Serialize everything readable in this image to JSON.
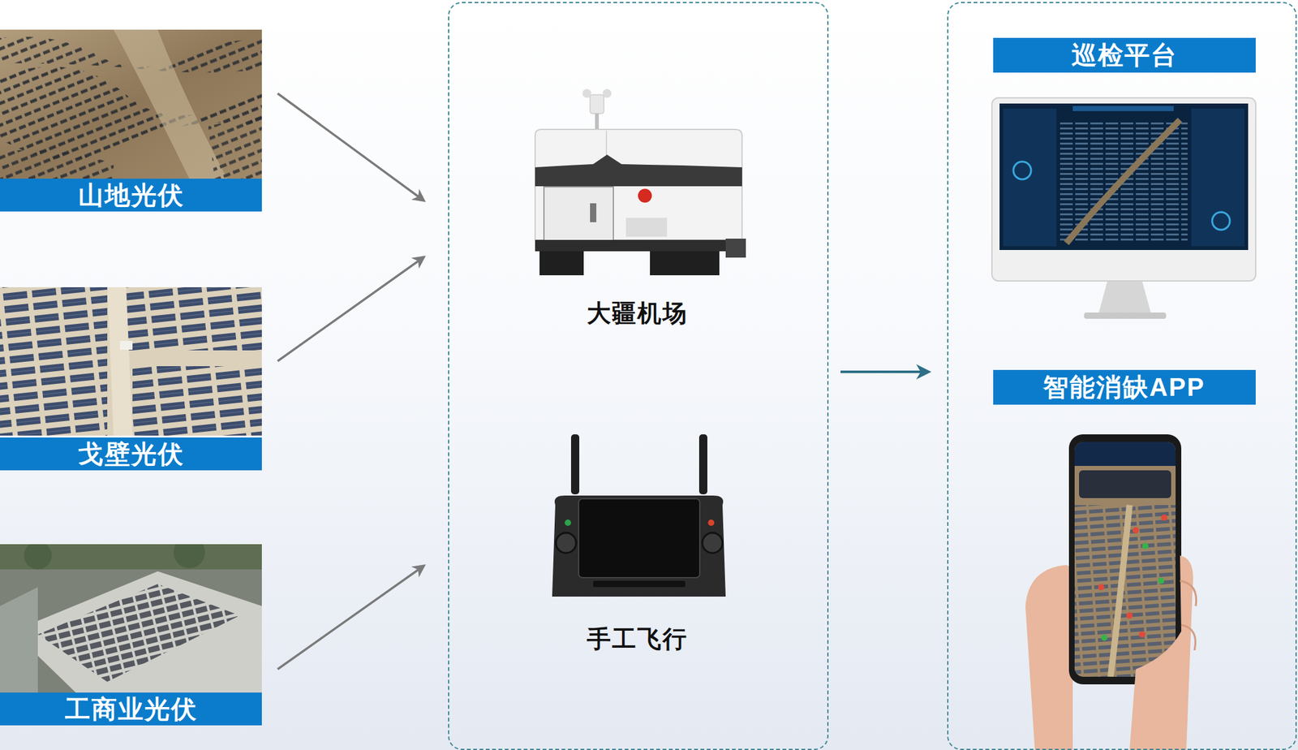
{
  "diagram": {
    "nodes": [
      {
        "text": [
          "山地光伏"
        ]
      },
      {
        "text": [
          "戈壁光伏"
        ]
      },
      {
        "text": [
          "工商业光伏"
        ]
      },
      {
        "text": []
      },
      {
        "text": [
          "大疆机场"
        ],
        "in": 3
      },
      {
        "text": [
          "手工飞行"
        ],
        "in": 3
      },
      {
        "text": []
      },
      {
        "text": [
          "巡检平台"
        ],
        "in": 6
      },
      {
        "text": [
          "智能消缺APP"
        ],
        "in": 6
      }
    ],
    "edges": [
      {
        "from": 0,
        "to": 3,
        "arrow": "to"
      },
      {
        "from": 1,
        "to": 3,
        "arrow": "to"
      },
      {
        "from": 2,
        "to": 3,
        "arrow": "to"
      },
      {
        "from": 3,
        "to": 6,
        "arrow": "to"
      }
    ]
  }
}
